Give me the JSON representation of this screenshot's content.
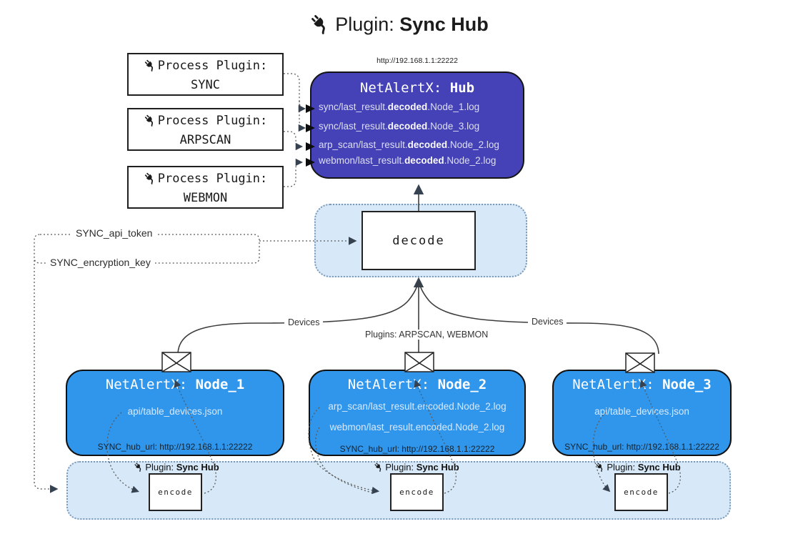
{
  "title": {
    "prefix": "Plugin: ",
    "bold": "Sync Hub"
  },
  "hub": {
    "url": "http://192.168.1.1:22222",
    "title_prefix": "NetAlertX: ",
    "title_bold": "Hub",
    "lines": [
      {
        "prefix": "sync/last_result.",
        "bold": "decoded",
        "suffix": ".Node_1.log"
      },
      {
        "prefix": "sync/last_result.",
        "bold": "decoded",
        "suffix": ".Node_3.log"
      },
      {
        "prefix": "arp_scan/last_result.",
        "bold": "decoded",
        "suffix": ".Node_2.log"
      },
      {
        "prefix": "webmon/last_result.",
        "bold": "decoded",
        "suffix": ".Node_2.log"
      }
    ]
  },
  "process_plugins": [
    {
      "label": "Process Plugin:",
      "name": "SYNC"
    },
    {
      "label": "Process Plugin:",
      "name": "ARPSCAN"
    },
    {
      "label": "Process Plugin:",
      "name": "WEBMON"
    }
  ],
  "decode": {
    "label": "decode"
  },
  "tokens": {
    "api_token": "SYNC_api_token",
    "encryption_key": "SYNC_encryption_key"
  },
  "edges": {
    "devices_left": "Devices",
    "devices_right": "Devices",
    "plugins": "Plugins: ARPSCAN, WEBMON"
  },
  "nodes": [
    {
      "title_prefix": "NetAlertX: ",
      "title_bold": "Node_1",
      "files": [
        "api/table_devices.json"
      ],
      "hub_url": "SYNC_hub_url: http://192.168.1.1:22222"
    },
    {
      "title_prefix": "NetAlertX: ",
      "title_bold": "Node_2",
      "files": [
        "arp_scan/last_result.encoded.Node_2.log",
        "webmon/last_result.encoded.Node_2.log"
      ],
      "hub_url": "SYNC_hub_url: http://192.168.1.1:22222"
    },
    {
      "title_prefix": "NetAlertX: ",
      "title_bold": "Node_3",
      "files": [
        "api/table_devices.json"
      ],
      "hub_url": "SYNC_hub_url: http://192.168.1.1:22222"
    }
  ],
  "encoders": [
    {
      "label_prefix": "Plugin: ",
      "label_bold": "Sync Hub",
      "box": "encode"
    },
    {
      "label_prefix": "Plugin: ",
      "label_bold": "Sync Hub",
      "box": "encode"
    },
    {
      "label_prefix": "Plugin: ",
      "label_bold": "Sync Hub",
      "box": "encode"
    }
  ],
  "colors": {
    "hub_indigo": "#4442b6",
    "node_blue": "#2f96ec",
    "panel_blue": "#d7e9f8",
    "panel_border": "#7b99b8",
    "line": "#3d3d3d",
    "arrow": "#36424f",
    "hub_text": "#dedff2",
    "node_text": "#d9e9fc"
  }
}
